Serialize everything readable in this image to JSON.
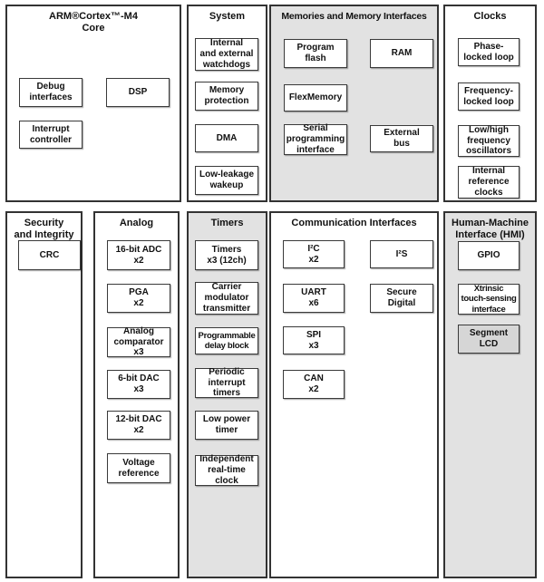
{
  "colors": {
    "background": "#ffffff",
    "panel_border": "#333333",
    "block_border": "#3a3a3a",
    "panel_gray": "#e2e2e2",
    "block_gray": "#d6d6d6"
  },
  "panels": {
    "arm_core": {
      "title": "ARM®Cortex™-M4\nCore",
      "blocks": {
        "debug_interfaces": "Debug\ninterfaces",
        "dsp": "DSP",
        "interrupt_controller": "Interrupt\ncontroller"
      }
    },
    "system": {
      "title": "System",
      "blocks": {
        "watchdogs": "Internal\nand external\nwatchdogs",
        "memory_protection": "Memory\nprotection",
        "dma": "DMA",
        "low_leakage_wakeup": "Low-leakage\nwakeup"
      }
    },
    "memories": {
      "title": "Memories and Memory Interfaces",
      "blocks": {
        "program_flash": "Program\nflash",
        "ram": "RAM",
        "flexmemory": "FlexMemory",
        "serial_programming": "Serial\nprogramming\ninterface",
        "external_bus": "External\nbus"
      }
    },
    "clocks": {
      "title": "Clocks",
      "blocks": {
        "pll": "Phase-\nlocked loop",
        "fll": "Frequency-\nlocked loop",
        "oscillators": "Low/high\nfrequency\noscillators",
        "internal_reference": "Internal\nreference\nclocks"
      }
    },
    "security": {
      "title": "Security\nand Integrity",
      "blocks": {
        "crc": "CRC"
      }
    },
    "analog": {
      "title": "Analog",
      "blocks": {
        "adc": "16-bit ADC\nx2",
        "pga": "PGA\nx2",
        "comparator": "Analog\ncomparator\nx3",
        "dac6": "6-bit DAC\nx3",
        "dac12": "12-bit DAC\nx2",
        "vref": "Voltage\nreference"
      }
    },
    "timers": {
      "title": "Timers",
      "blocks": {
        "timers": "Timers\nx3 (12ch)",
        "cmt": "Carrier\nmodulator\ntransmitter",
        "pdb": "Programmable\ndelay block",
        "pit": "Periodic\ninterrupt\ntimers",
        "lpt": "Low power\ntimer",
        "rtc": "Independent\nreal-time\nclock"
      }
    },
    "communication": {
      "title": "Communication Interfaces",
      "blocks": {
        "i2c": "I²C\nx2",
        "i2s": "I²S",
        "uart": "UART\nx6",
        "secure_digital": "Secure\nDigital",
        "spi": "SPI\nx3",
        "can": "CAN\nx2"
      }
    },
    "hmi": {
      "title": "Human-Machine\nInterface (HMI)",
      "blocks": {
        "gpio": "GPIO",
        "xtrinsic": "Xtrinsic\ntouch-sensing\ninterface",
        "segment_lcd": "Segment\nLCD"
      }
    }
  }
}
